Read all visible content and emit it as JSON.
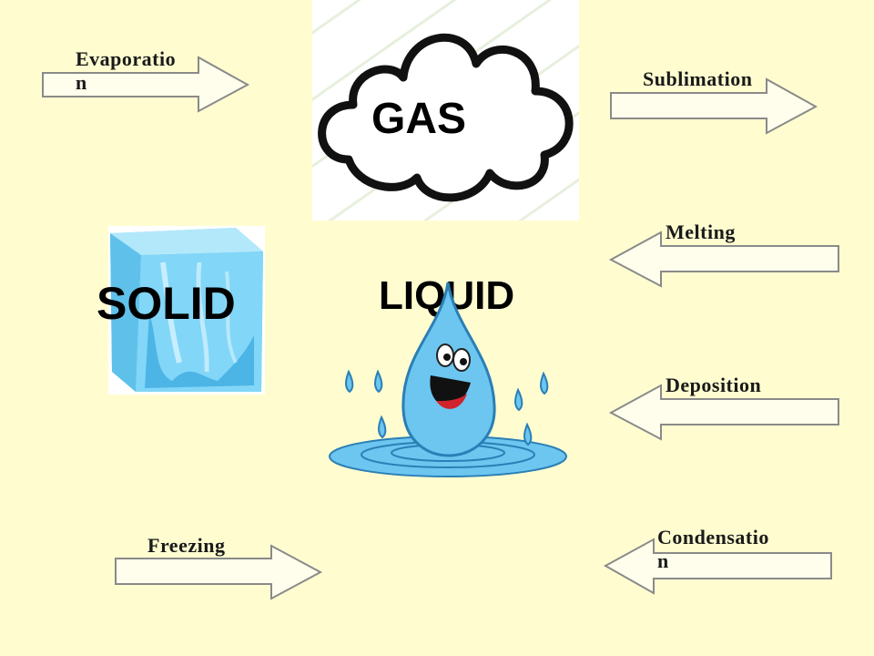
{
  "states": {
    "gas": "GAS",
    "solid": "SOLID",
    "liquid": "LIQUID"
  },
  "transitions": {
    "evaporation": {
      "line1": "Evaporatio",
      "line2": "n",
      "direction": "right"
    },
    "sublimation": {
      "label": "Sublimation",
      "direction": "right"
    },
    "melting": {
      "label": "Melting",
      "direction": "left"
    },
    "deposition": {
      "label": "Deposition",
      "direction": "left"
    },
    "freezing": {
      "label": "Freezing",
      "direction": "right"
    },
    "condensation": {
      "line1": "Condensatio",
      "line2": "n",
      "direction": "left"
    }
  },
  "colors": {
    "background": "#fffdd0",
    "arrow_fill": "#fffdeb",
    "arrow_stroke": "#8a8a8a",
    "water": "#6cc6f0",
    "ice": "#7fd4f5"
  },
  "icons": {
    "gas": "cloud-icon",
    "solid": "ice-cube-icon",
    "liquid": "water-drop-icon"
  }
}
